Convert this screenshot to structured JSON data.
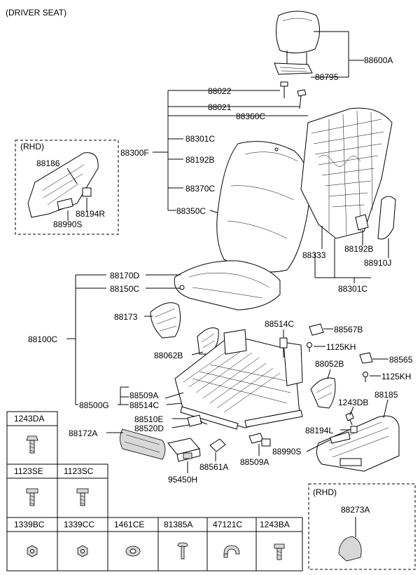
{
  "diagram": {
    "title": "(DRIVER SEAT)",
    "rhd_label": "(RHD)",
    "parts": {
      "p88600A": "88600A",
      "p88795": "88795",
      "p88022": "88022",
      "p88021": "88021",
      "p88360C": "88360C",
      "p88300F": "88300F",
      "p88301C_a": "88301C",
      "p88192B_a": "88192B",
      "p88370C": "88370C",
      "p88350C": "88350C",
      "p88333": "88333",
      "p88192B_b": "88192B",
      "p88910J": "88910J",
      "p88301C_b": "88301C",
      "p88186": "88186",
      "p88194R": "88194R",
      "p88990S_a": "88990S",
      "p88170D": "88170D",
      "p88150C": "88150C",
      "p88173": "88173",
      "p88100C": "88100C",
      "p88062B": "88062B",
      "p88514C_a": "88514C",
      "p88567B": "88567B",
      "p1125KH_a": "1125KH",
      "p88052B": "88052B",
      "p88565": "88565",
      "p1125KH_b": "1125KH",
      "p88509A_a": "88509A",
      "p88514C_b": "88514C",
      "p88500G": "88500G",
      "p88510E": "88510E",
      "p88520D": "88520D",
      "p1243DB": "1243DB",
      "p88185": "88185",
      "p88172A": "88172A",
      "p88194L": "88194L",
      "p88990S_b": "88990S",
      "p88561A": "88561A",
      "p88509A_b": "88509A",
      "p95450H": "95450H",
      "p88273A": "88273A"
    },
    "fastener_table": {
      "top": [
        "1243DA"
      ],
      "middle": [
        "1123SE",
        "1123SC"
      ],
      "bottom": [
        "1339BC",
        "1339CC",
        "1461CE",
        "81385A",
        "47121C",
        "1243BA"
      ]
    }
  }
}
